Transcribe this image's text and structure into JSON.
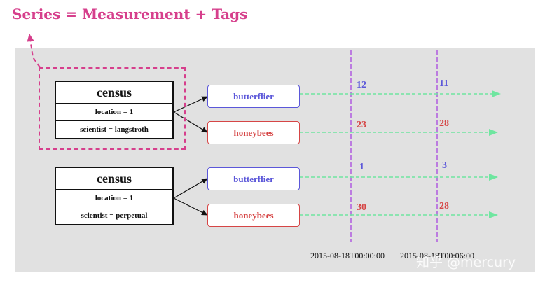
{
  "title": "Series = Measurement + Tags",
  "series": [
    {
      "measurement": "census",
      "tags": [
        "location = 1",
        "scientist = langstroth"
      ],
      "fields": [
        {
          "name": "butterflier",
          "values": [
            "12",
            "11"
          ]
        },
        {
          "name": "honeybees",
          "values": [
            "23",
            "28"
          ]
        }
      ]
    },
    {
      "measurement": "census",
      "tags": [
        "location = 1",
        "scientist = perpetual"
      ],
      "fields": [
        {
          "name": "butterflier",
          "values": [
            "1",
            "3"
          ]
        },
        {
          "name": "honeybees",
          "values": [
            "30",
            "28"
          ]
        }
      ]
    }
  ],
  "timestamps": [
    "2015-08-18T00:00:00",
    "2015-08-18T00:06:00"
  ],
  "watermark": "知乎 @mercury",
  "colors": {
    "highlight": "#d63f8c",
    "butterflier": "#5b57d9",
    "honeybees": "#d64545",
    "timeline": "#6fe6a0",
    "time_marker": "#b05ae0",
    "panel": "#e1e1e1"
  }
}
